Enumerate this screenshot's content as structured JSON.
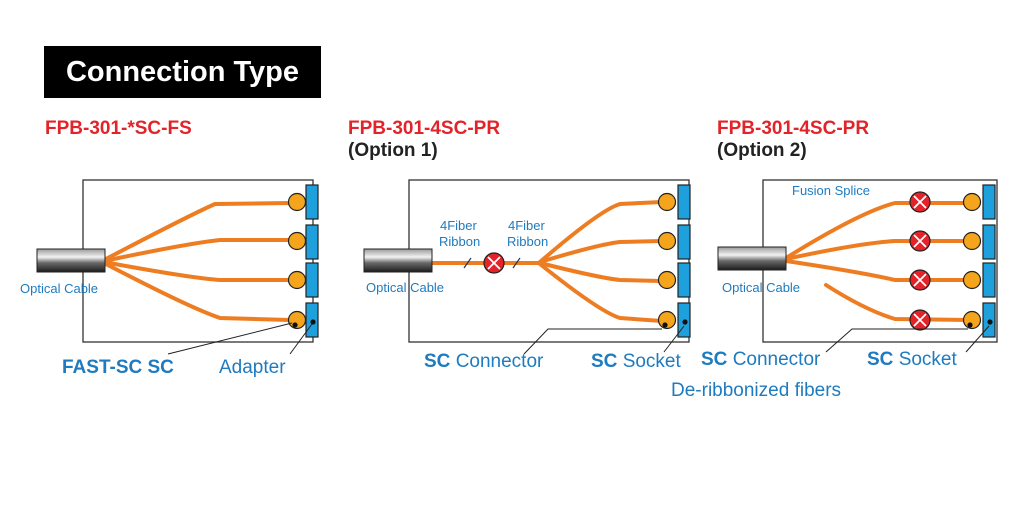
{
  "title": "Connection Type",
  "panels": [
    {
      "model": "FPB-301-*SC-FS",
      "option": "",
      "cable_label": "Optical Cable",
      "bottom_left_bold": "FAST-SC SC",
      "bottom_right": "Adapter"
    },
    {
      "model": "FPB-301-4SC-PR",
      "option": "(Option 1)",
      "cable_label": "Optical Cable",
      "ribbon_left_line1": "4Fiber",
      "ribbon_left_line2": "Ribbon",
      "ribbon_right_line1": "4Fiber",
      "ribbon_right_line2": "Ribbon",
      "connector_bold": "SC",
      "connector_text": "Connector",
      "socket_bold": "SC",
      "socket_text": "Socket"
    },
    {
      "model": "FPB-301-4SC-PR",
      "option": "(Option 2)",
      "cable_label": "Optical Cable",
      "splice_label": "Fusion Splice",
      "connector_bold": "SC",
      "connector_text": "Connector",
      "socket_bold": "SC",
      "socket_text": "Socket",
      "fibers_label": "De-ribbonized fibers"
    }
  ],
  "colors": {
    "fiber": "#ee7d22",
    "connector_fill": "#f4a51c",
    "socket_fill": "#1ea0dc",
    "splice_fill": "#e3232a",
    "label_blue": "#1e7bbf",
    "model_red": "#e3232a"
  },
  "icons": [
    "splice-x-icon",
    "connector-circle-icon",
    "socket-block-icon",
    "optical-cable-icon"
  ]
}
